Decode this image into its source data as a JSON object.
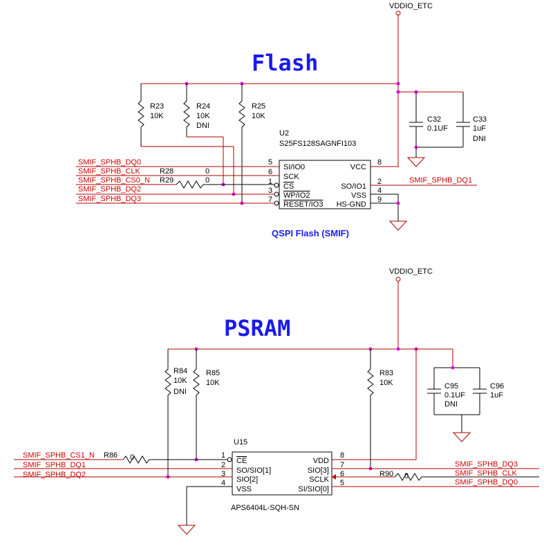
{
  "flash": {
    "title": "Flash",
    "subtitle": "QSPI Flash (SMIF)",
    "power": "VDDIO_ETC",
    "chip": {
      "ref": "U2",
      "part": "S25FS128SAGNFI103",
      "left_pins": [
        {
          "num": "5",
          "name": "SI/IO0"
        },
        {
          "num": "6",
          "name": "SCK"
        },
        {
          "num": "1",
          "name": "CS"
        },
        {
          "num": "3",
          "name": "WP/IO2"
        },
        {
          "num": "7",
          "name": "RESET/IO3"
        }
      ],
      "right_pins": [
        {
          "num": "8",
          "name": "VCC"
        },
        {
          "num": "2",
          "name": "SO/IO1"
        },
        {
          "num": "4",
          "name": "VSS"
        },
        {
          "num": "9",
          "name": "HS-GND"
        }
      ]
    },
    "resistors": [
      {
        "ref": "R23",
        "value": "10K",
        "note": ""
      },
      {
        "ref": "R24",
        "value": "10K",
        "note": "DNI"
      },
      {
        "ref": "R25",
        "value": "10K",
        "note": ""
      },
      {
        "ref": "R28",
        "value": "0",
        "note": ""
      },
      {
        "ref": "R29",
        "value": "0",
        "note": ""
      }
    ],
    "caps": [
      {
        "ref": "C32",
        "value": "0.1UF",
        "note": ""
      },
      {
        "ref": "C33",
        "value": "1uF",
        "note": "DNI"
      }
    ],
    "nets": [
      "SMIF_SPHB_DQ0",
      "SMIF_SPHB_CLK",
      "SMIF_SPHB_CS0_N",
      "SMIF_SPHB_DQ2",
      "SMIF_SPHB_DQ3"
    ],
    "right_net": "SMIF_SPHB_DQ1"
  },
  "psram": {
    "title": "PSRAM",
    "power": "VDDIO_ETC",
    "chip": {
      "ref": "U15",
      "part": "APS6404L-SQH-SN",
      "left_pins": [
        {
          "num": "1",
          "name": "CE"
        },
        {
          "num": "2",
          "name": "SO/SIO[1]"
        },
        {
          "num": "3",
          "name": "SIO[2]"
        },
        {
          "num": "4",
          "name": "VSS"
        }
      ],
      "right_pins": [
        {
          "num": "8",
          "name": "VDD"
        },
        {
          "num": "7",
          "name": "SIO[3]"
        },
        {
          "num": "6",
          "name": "SCLK"
        },
        {
          "num": "5",
          "name": "SI/SIO[0]"
        }
      ]
    },
    "resistors": [
      {
        "ref": "R84",
        "value": "10K",
        "note": "DNI"
      },
      {
        "ref": "R85",
        "value": "10K",
        "note": ""
      },
      {
        "ref": "R83",
        "value": "10K",
        "note": ""
      },
      {
        "ref": "R86",
        "value": "0",
        "note": ""
      },
      {
        "ref": "R90",
        "value": "0",
        "note": ""
      }
    ],
    "caps": [
      {
        "ref": "C95",
        "value": "0.1UF",
        "note": "DNI"
      },
      {
        "ref": "C96",
        "value": "1uF",
        "note": ""
      }
    ],
    "left_nets": [
      "SMIF_SPHB_CS1_N",
      "SMIF_SPHB_DQ1",
      "SMIF_SPHB_DQ2"
    ],
    "right_nets": [
      "SMIF_SPHB_DQ3",
      "SMIF_SPHB_CLK",
      "SMIF_SPHB_DQ0"
    ]
  }
}
